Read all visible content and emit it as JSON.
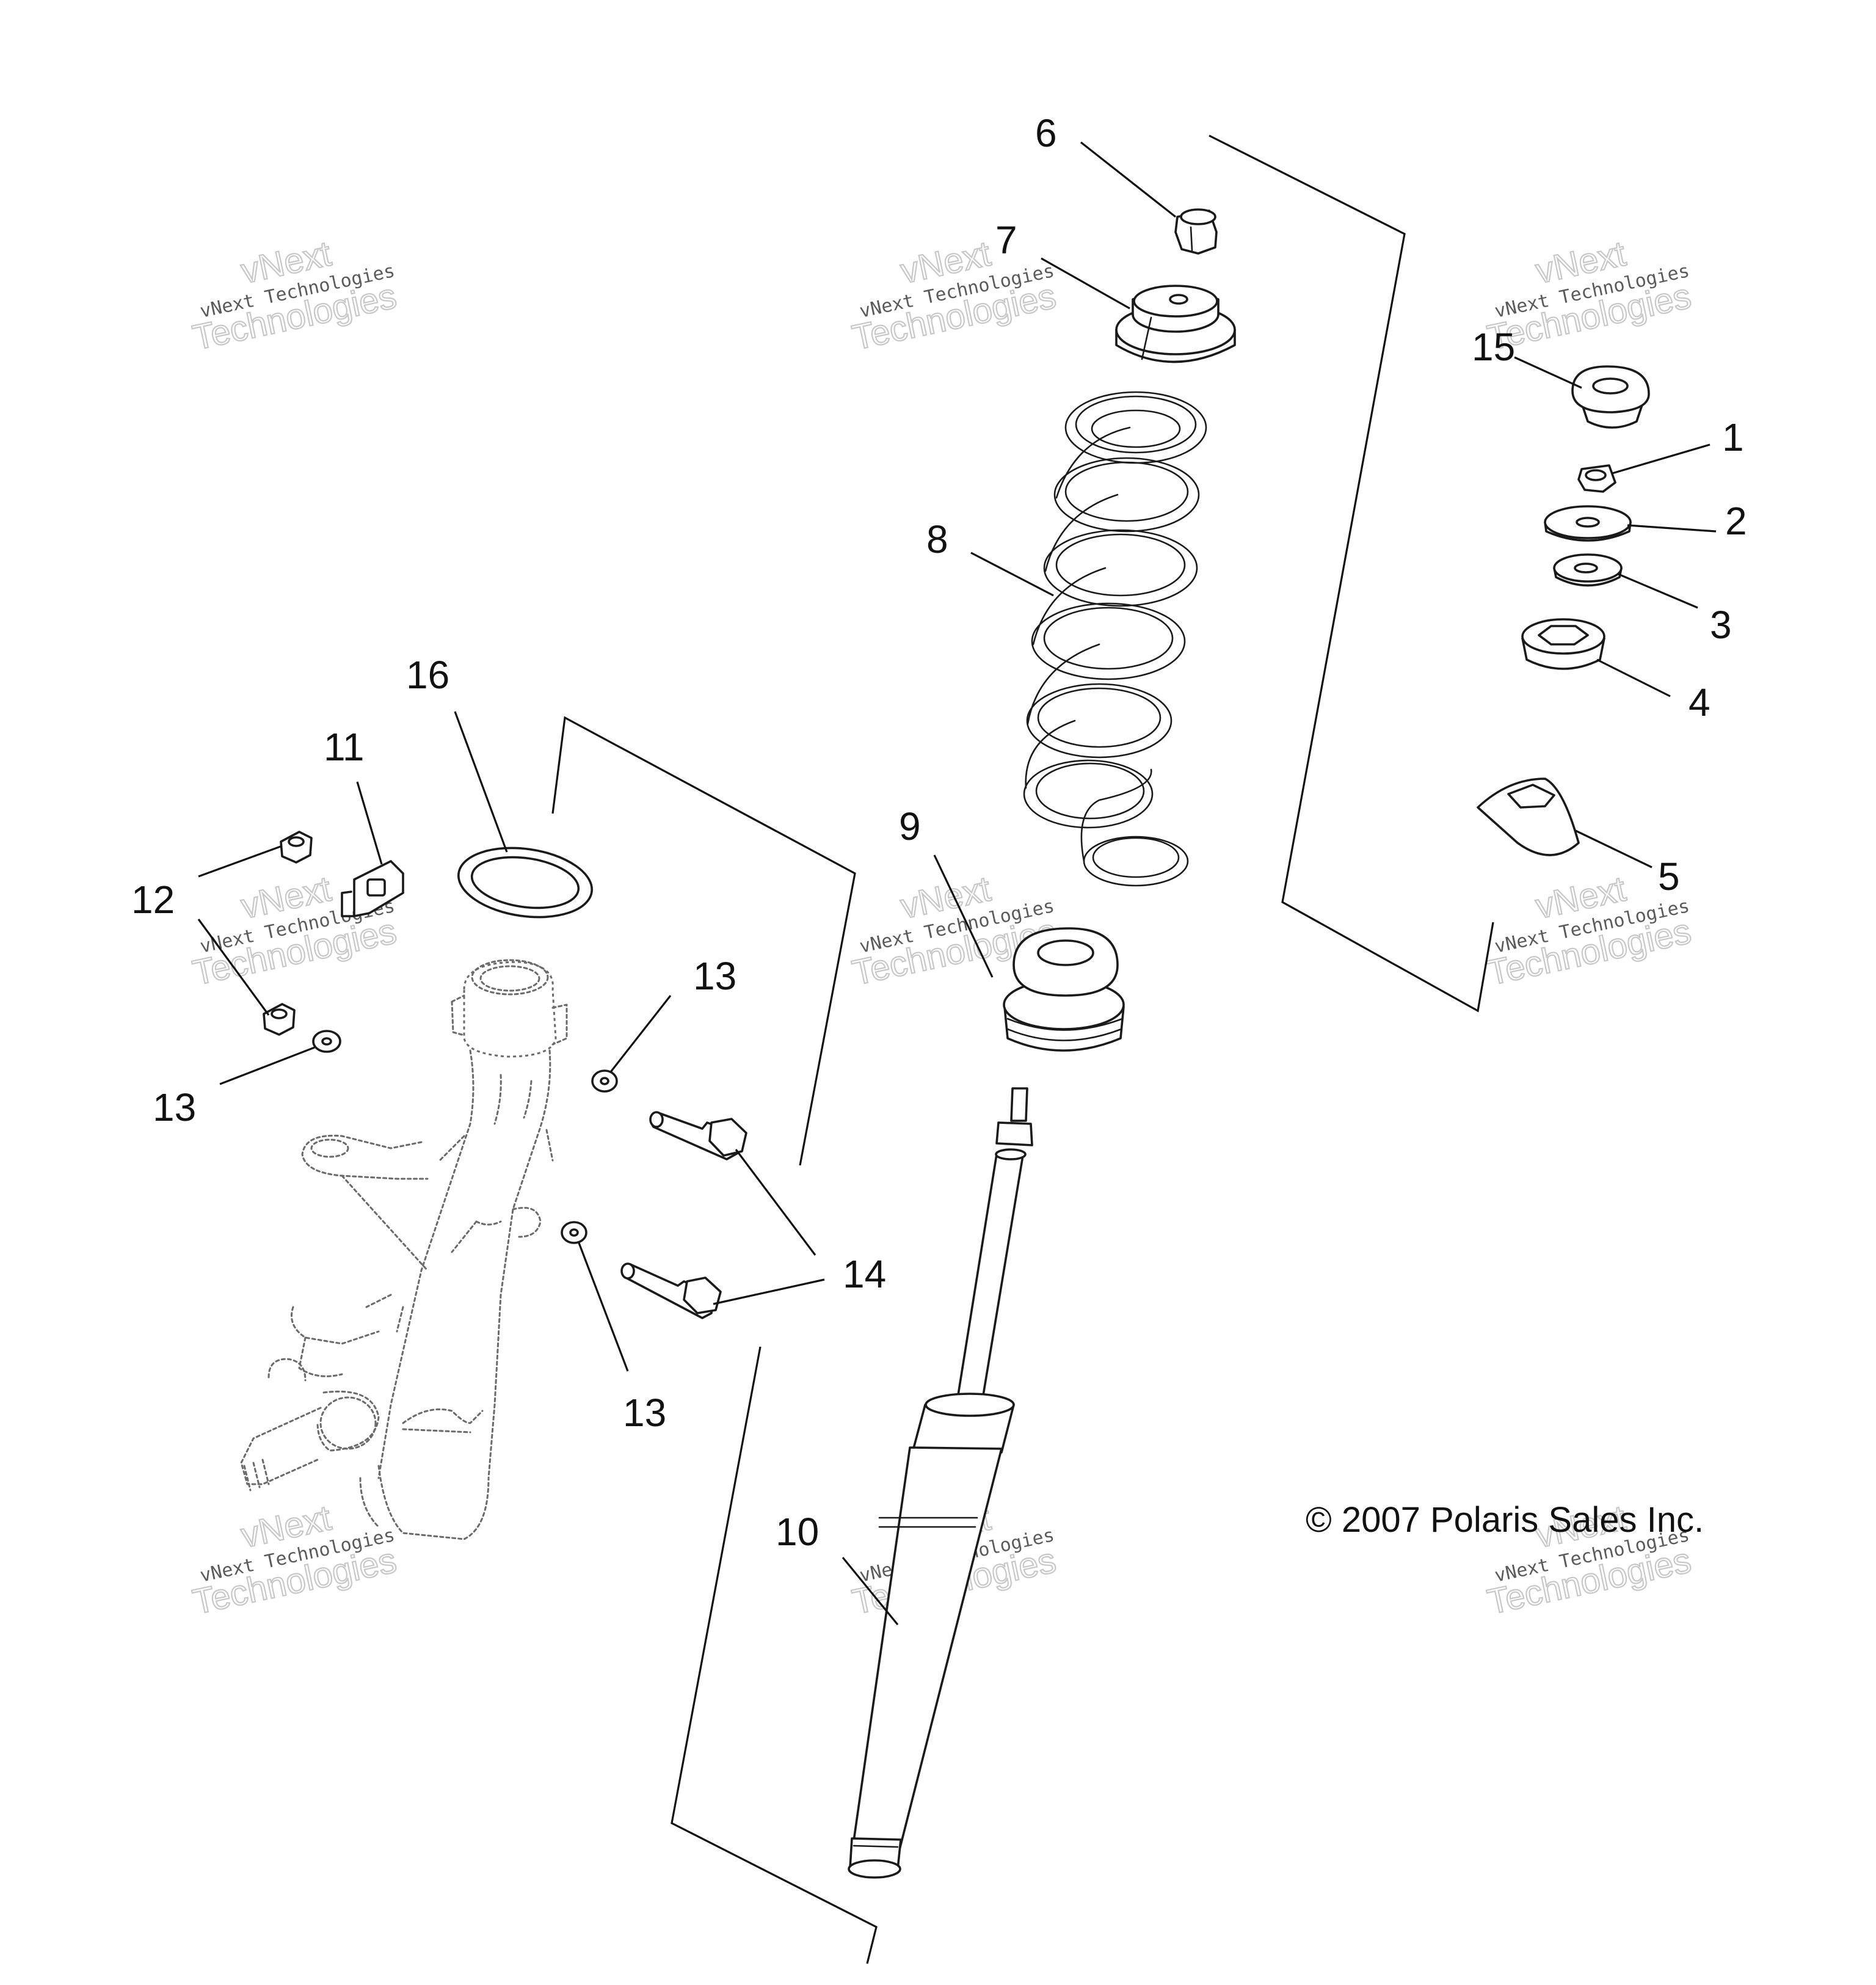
{
  "callouts": [
    "1",
    "2",
    "3",
    "4",
    "5",
    "6",
    "7",
    "8",
    "9",
    "10",
    "11",
    "12",
    "13",
    "13",
    "13",
    "14",
    "15",
    "16"
  ],
  "copyright": "© 2007 Polaris Sales Inc.",
  "watermark": {
    "line1": "vNext",
    "line2": "vNext Technologies",
    "line3": "Technologies"
  }
}
